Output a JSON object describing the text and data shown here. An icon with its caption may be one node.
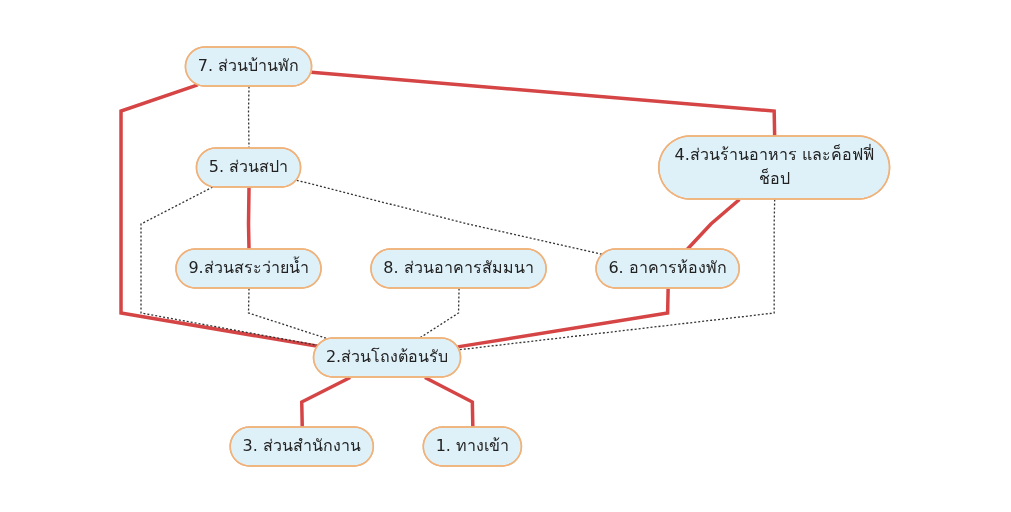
{
  "diagram": {
    "nodes": [
      {
        "text": [
          "7. ส่วนบ้านพัก"
        ]
      },
      {
        "text": [
          "5. ส่วนสปา"
        ]
      },
      {
        "text": [
          "9.ส่วนสระว่ายน้ำ"
        ]
      },
      {
        "text": [
          "8. ส่วนอาคารสัมมนา"
        ]
      },
      {
        "text": [
          "6. อาคารห้องพัก"
        ]
      },
      {
        "text": [
          "4.ส่วนร้านอาหาร และค็อฟฟี่ช็อป"
        ]
      },
      {
        "text": [
          "2.ส่วนโถงต้อนรับ"
        ]
      },
      {
        "text": [
          "3. ส่วนสำนักงาน"
        ]
      },
      {
        "text": [
          "1. ทางเข้า"
        ]
      }
    ],
    "edges": [
      {
        "from": 0,
        "to": 5,
        "arrow": "none"
      },
      {
        "from": 0,
        "to": 6,
        "arrow": "none"
      },
      {
        "from": 0,
        "to": 1,
        "arrow": "none",
        "style": "dashed",
        "color": "#333333"
      },
      {
        "from": 1,
        "to": 2,
        "arrow": "none"
      },
      {
        "from": 1,
        "to": 4,
        "arrow": "none",
        "style": "dashed",
        "color": "#333333"
      },
      {
        "from": 1,
        "to": 6,
        "arrow": "none",
        "style": "dashed",
        "color": "#333333"
      },
      {
        "from": 2,
        "to": 6,
        "arrow": "none",
        "style": "dashed",
        "color": "#333333"
      },
      {
        "from": 3,
        "to": 6,
        "arrow": "none",
        "style": "dashed",
        "color": "#333333"
      },
      {
        "from": 5,
        "to": 4,
        "arrow": "none"
      },
      {
        "from": 4,
        "to": 6,
        "arrow": "none"
      },
      {
        "from": 5,
        "to": 6,
        "arrow": "none",
        "style": "dashed",
        "color": "#333333"
      },
      {
        "from": 6,
        "to": 7,
        "arrow": "none"
      },
      {
        "from": 6,
        "to": 8,
        "arrow": "none"
      }
    ]
  }
}
